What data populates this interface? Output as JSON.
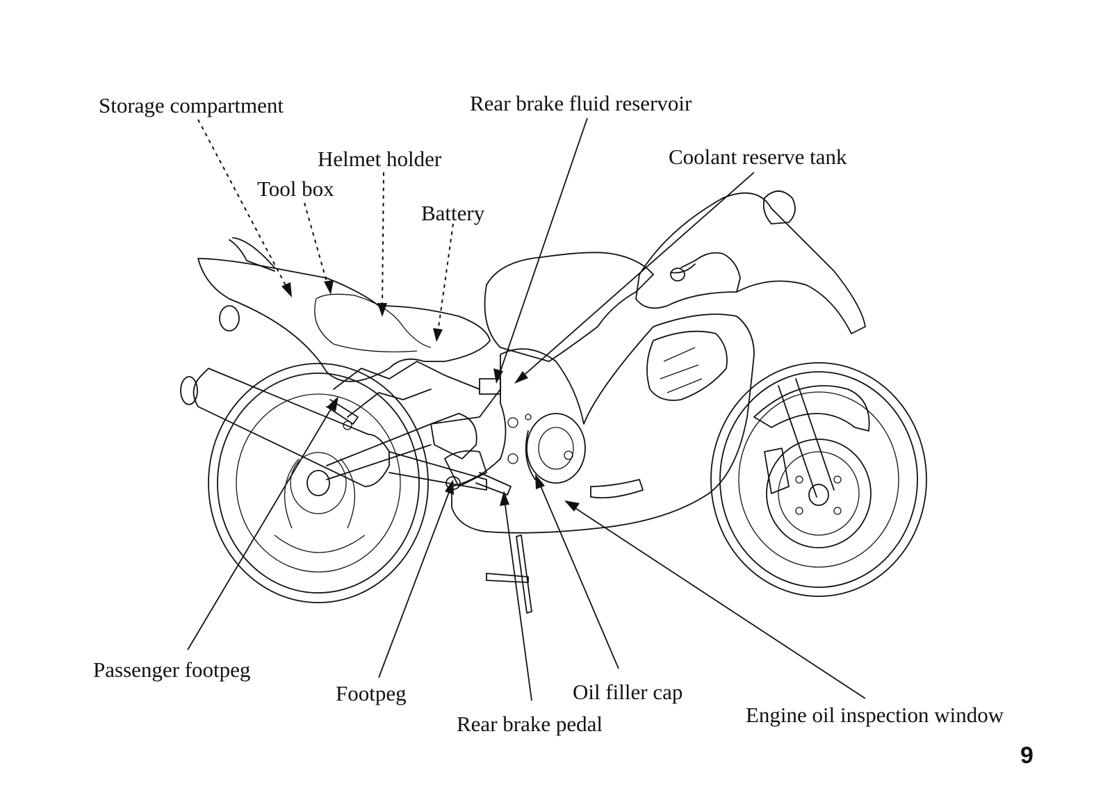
{
  "labels": {
    "storage_compartment": "Storage compartment",
    "tool_box": "Tool box",
    "helmet_holder": "Helmet holder",
    "battery": "Battery",
    "rear_brake_fluid_reservoir": "Rear brake fluid reservoir",
    "coolant_reserve_tank": "Coolant reserve tank",
    "passenger_footpeg": "Passenger footpeg",
    "footpeg": "Footpeg",
    "rear_brake_pedal": "Rear brake pedal",
    "oil_filler_cap": "Oil filler cap",
    "engine_oil_inspection_window": "Engine oil inspection window"
  },
  "page_number": "9"
}
